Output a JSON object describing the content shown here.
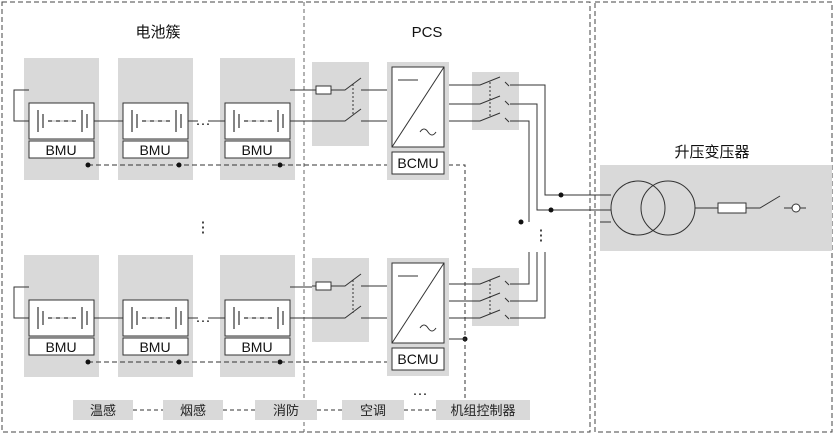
{
  "regions": {
    "battery_cluster": "电池簇",
    "pcs": "PCS",
    "transformer": "升压变压器"
  },
  "bmu_label": "BMU",
  "bcmu_label": "BCMU",
  "ellipsis_h": "···",
  "ellipsis_v": "⋮",
  "aux_devices": [
    "温感",
    "烟感",
    "消防",
    "空调",
    "机组控制器"
  ],
  "colors": {
    "box": "#d9d9d9",
    "line": "#333333",
    "border": "#444444"
  }
}
